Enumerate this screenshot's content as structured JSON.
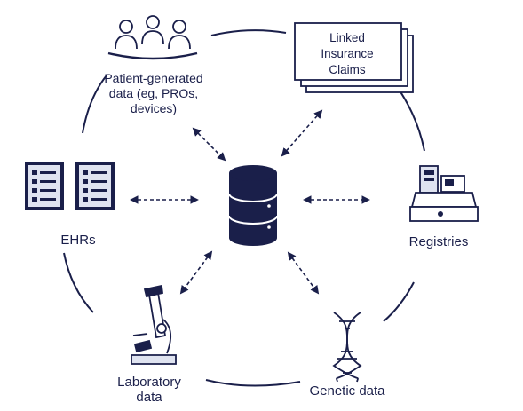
{
  "nodes": {
    "patient": {
      "lines": [
        "Patient-generated",
        "data (eg, PROs,",
        "devices)"
      ],
      "icon": "people-group-icon"
    },
    "claims": {
      "lines": [
        "Linked",
        "Insurance",
        "Claims"
      ],
      "icon": "stacked-documents-icon"
    },
    "ehrs": {
      "label": "EHRs",
      "icon": "health-record-forms-icon"
    },
    "registries": {
      "label": "Registries",
      "icon": "cash-register-icon"
    },
    "laboratory": {
      "lines": [
        "Laboratory",
        "data"
      ],
      "icon": "microscope-icon"
    },
    "genetic": {
      "label": "Genetic data",
      "icon": "dna-helix-icon"
    },
    "hub": {
      "icon": "database-icon"
    }
  },
  "colors": {
    "navy": "#1a1f4a",
    "stroke": "#1a1f4a",
    "light": "#dfe3f0"
  }
}
